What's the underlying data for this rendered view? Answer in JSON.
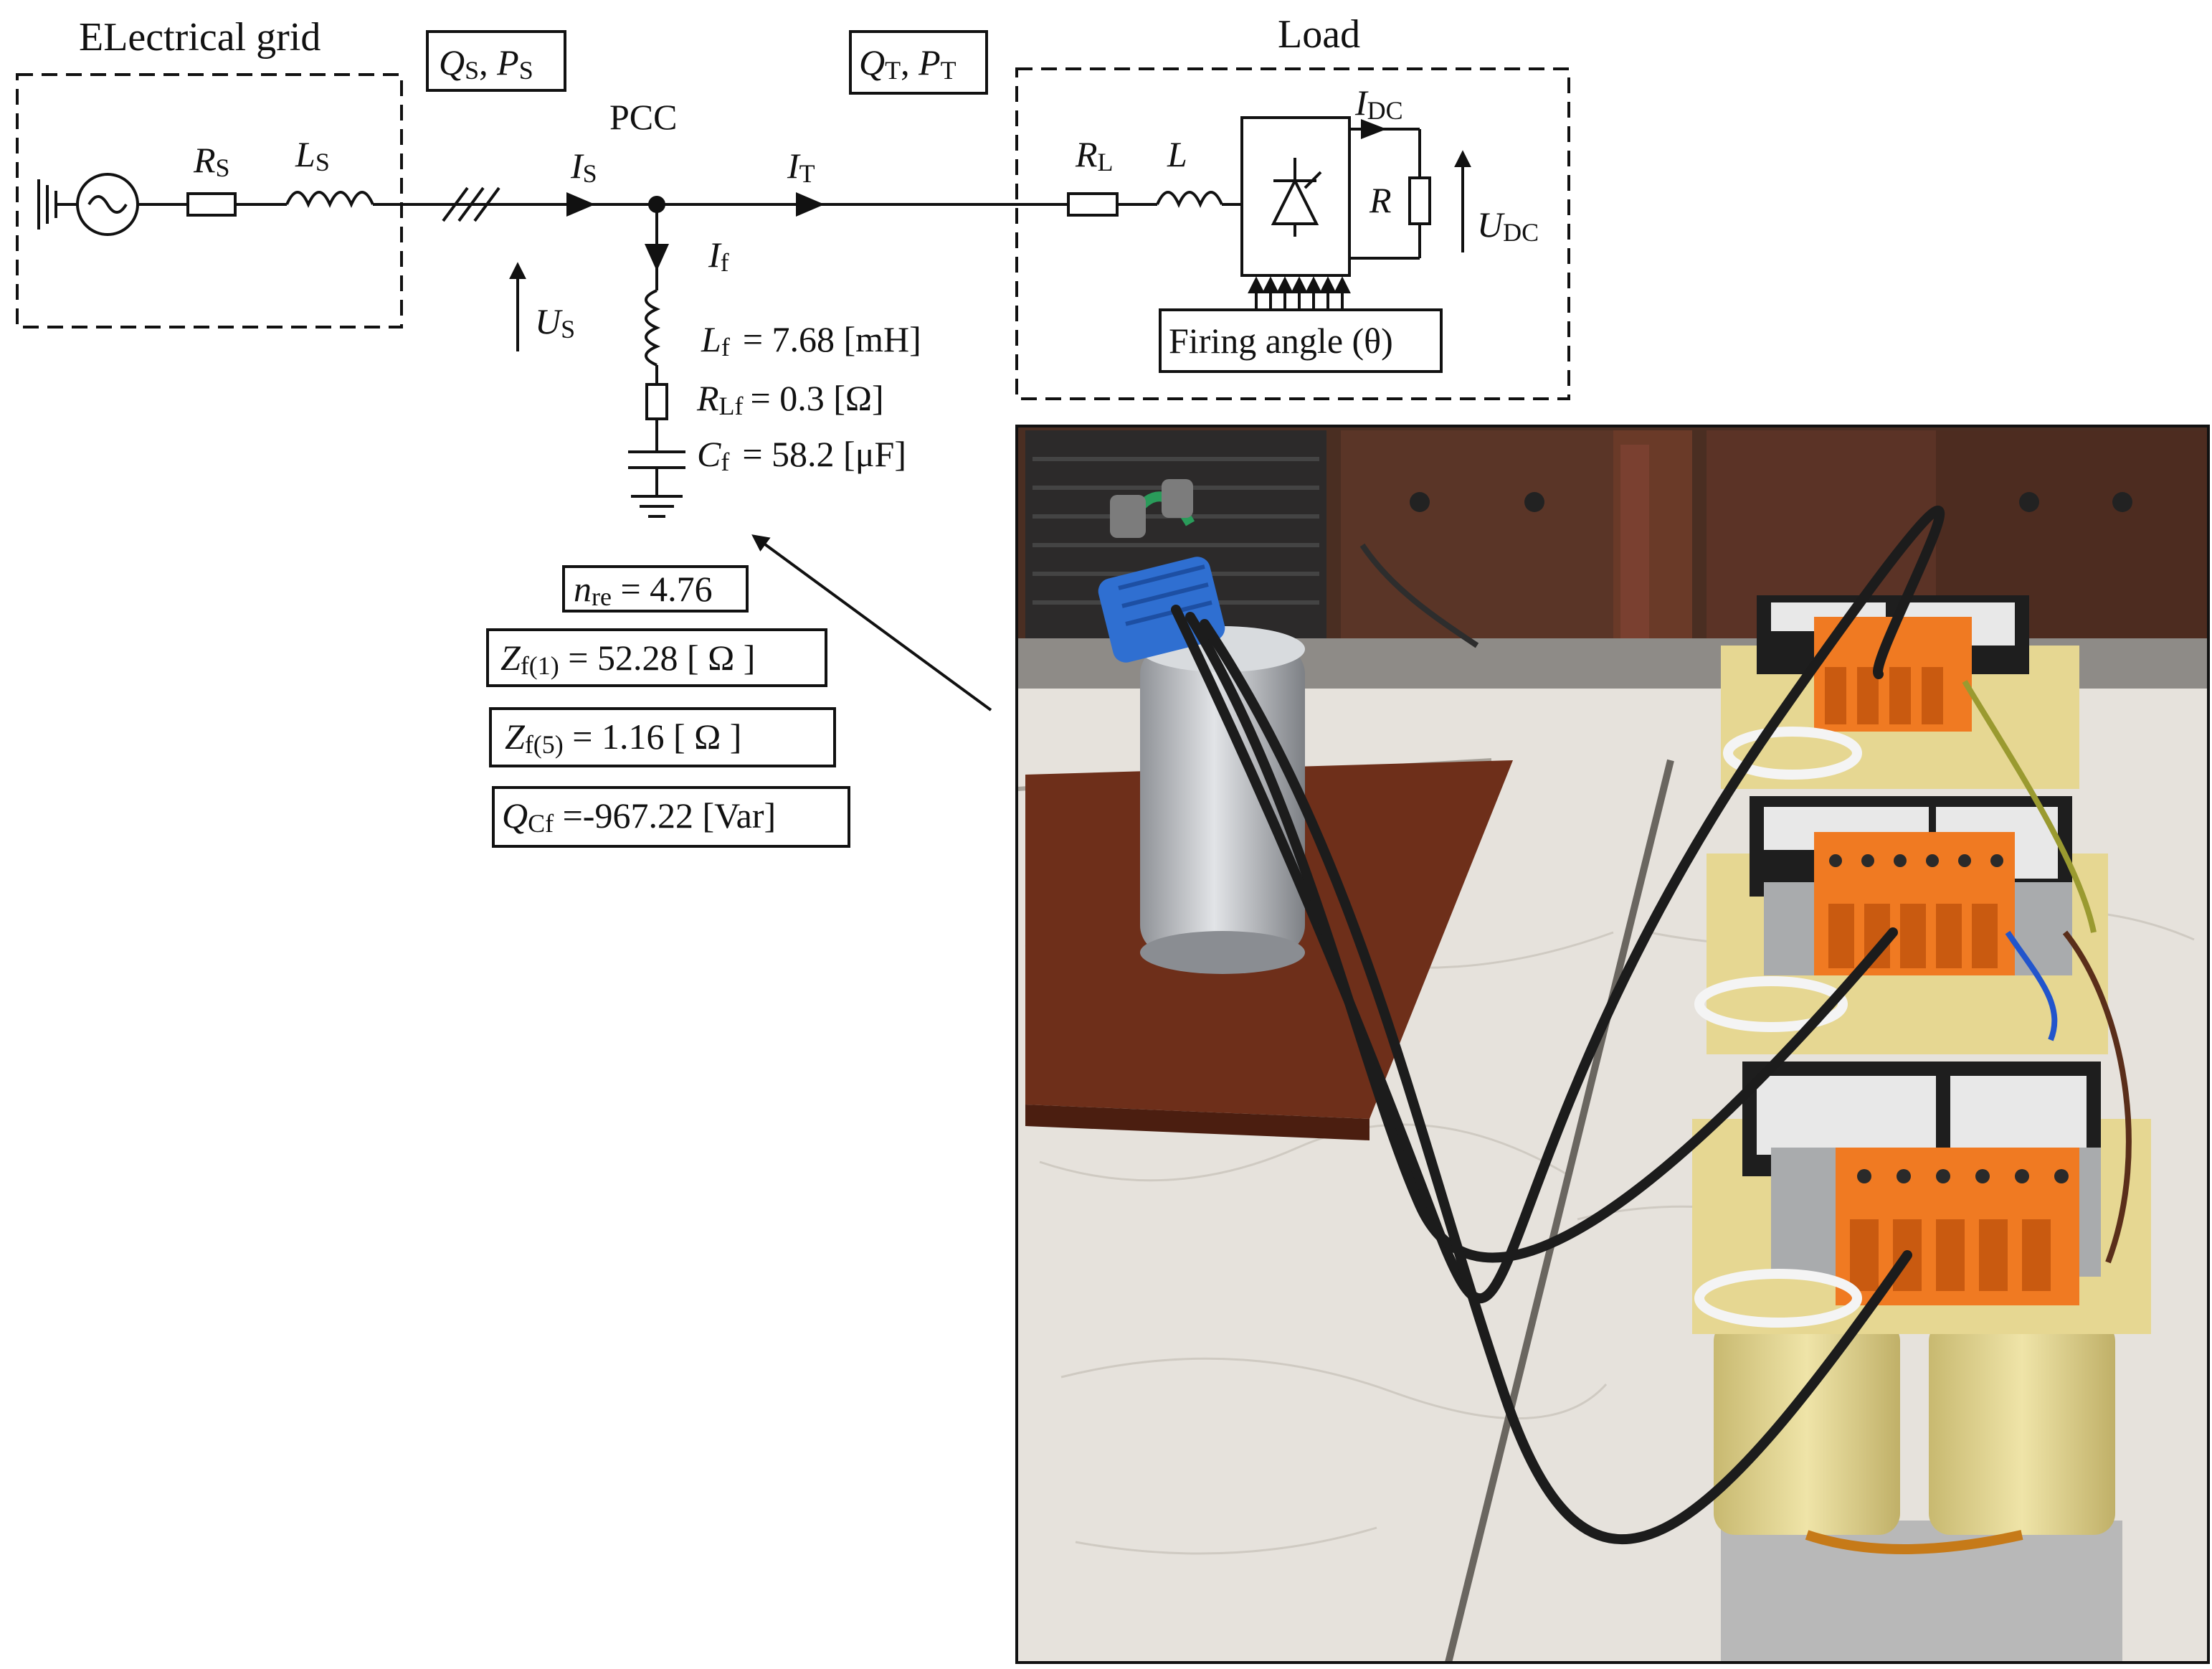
{
  "diagram": {
    "grid_label": "ELectrical grid",
    "load_label": "Load",
    "pcc_label": "PCC",
    "qs_ps": {
      "q": "Q",
      "q_sub": "S",
      "sep": ", ",
      "p": "P",
      "p_sub": "S"
    },
    "qt_pt": {
      "q": "Q",
      "q_sub": "T",
      "sep": ", ",
      "p": "P",
      "p_sub": "T"
    },
    "rs": {
      "main": "R",
      "sub": "S"
    },
    "ls": {
      "main": "L",
      "sub": "S"
    },
    "is": {
      "main": "I",
      "sub": "S"
    },
    "it": {
      "main": "I",
      "sub": "T"
    },
    "if": {
      "main": "I",
      "sub": "f"
    },
    "us": {
      "main": "U",
      "sub": "S"
    },
    "rl": {
      "main": "R",
      "sub": "L"
    },
    "l": "L",
    "r": "R",
    "idc": {
      "main": "I",
      "sub": "DC"
    },
    "udc": {
      "main": "U",
      "sub": "DC"
    },
    "firing_angle": "Firing angle (θ)",
    "filter": {
      "lf": {
        "main": "L",
        "sub": "f",
        "eq": "= 7.68 [mH]"
      },
      "rlf": {
        "main": "R",
        "sub": "Lf",
        "eq": "=  0.3   [Ω]"
      },
      "cf": {
        "main": "C",
        "sub": "f",
        "eq": "= 58.2  [μF]"
      }
    },
    "results": {
      "nre": {
        "main": "n",
        "sub": "re",
        "eq": " = 4.76"
      },
      "zf1": {
        "main": "Z",
        "sub": "f(1)",
        "eq": " = 52.28 [ Ω ]"
      },
      "zf5": {
        "main": "Z",
        "sub": "f(5)",
        "eq": " = 1.16  [ Ω ]"
      },
      "qcf": {
        "main": "Q",
        "sub": "Cf",
        "eq": " =-967.22 [Var]"
      }
    }
  },
  "photo": {
    "subject": "laboratory passive filter: capacitor and three inductors",
    "colors": {
      "wall": "#4a2e22",
      "table": "#e6e2dc",
      "board": "#6e2f1a",
      "capacitor": "#b9bcc0",
      "cap_cap": "#2f6fd1",
      "inductor_core": "#e8dca0",
      "terminal": "#f07a22",
      "label": "#2a2a2a"
    }
  }
}
